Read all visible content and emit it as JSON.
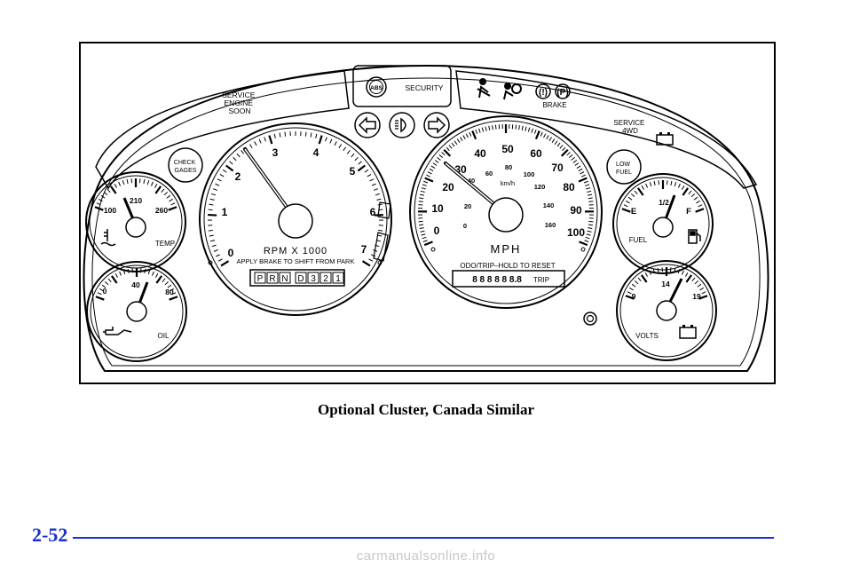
{
  "figure": {
    "warnings": {
      "service_engine": [
        "SERVICE",
        "ENGINE",
        "SOON"
      ],
      "abs": "ABS",
      "security": "SECURITY",
      "brake": "BRAKE",
      "brake_icon_1": "(!)",
      "brake_icon_2": "(P)",
      "service_4wd": [
        "SERVICE",
        "4WD"
      ],
      "check_gages": [
        "CHECK",
        "GAGES"
      ],
      "low_fuel": [
        "LOW",
        "FUEL"
      ]
    },
    "tachometer": {
      "numbers": [
        "0",
        "1",
        "2",
        "3",
        "4",
        "5",
        "6",
        "7"
      ],
      "label": "RPM X 1000",
      "sublabel": "APPLY BRAKE TO SHIFT FROM PARK",
      "prndl": [
        "P",
        "R",
        "N",
        "D",
        "3",
        "2",
        "1"
      ]
    },
    "speedometer": {
      "mph_numbers": [
        "0",
        "10",
        "20",
        "30",
        "40",
        "50",
        "60",
        "70",
        "80",
        "90",
        "100"
      ],
      "kmh_numbers": [
        "0",
        "20",
        "40",
        "60",
        "80",
        "100",
        "120",
        "140",
        "160"
      ],
      "kmh_label": "km/h",
      "unit": "MPH",
      "odo_label": "ODO/TRIP–HOLD TO RESET",
      "odo_digits": "8 8 8 8 8 8.8",
      "trip": "TRIP"
    },
    "temp_gauge": {
      "numbers": [
        "100",
        "210",
        "260"
      ],
      "label": "TEMP"
    },
    "oil_gauge": {
      "numbers": [
        "0",
        "40",
        "80"
      ],
      "label": "OIL"
    },
    "fuel_gauge": {
      "numbers": [
        "E",
        "1/2",
        "F"
      ],
      "label": "FUEL"
    },
    "volts_gauge": {
      "numbers": [
        "9",
        "14",
        "19"
      ],
      "label": "VOLTS"
    }
  },
  "caption": "Optional Cluster, Canada Similar",
  "page_number": "2-52",
  "watermark": "carmanualsonline.info"
}
